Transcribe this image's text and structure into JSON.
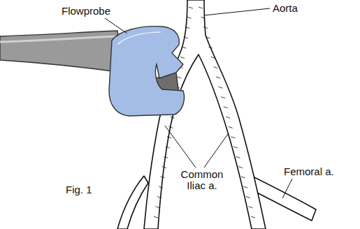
{
  "diagram": {
    "labels": [
      "Flowprobe",
      "Aorta",
      "Common Iliac a.",
      "Femoral a.",
      "Fig. 1"
    ]
  }
}
